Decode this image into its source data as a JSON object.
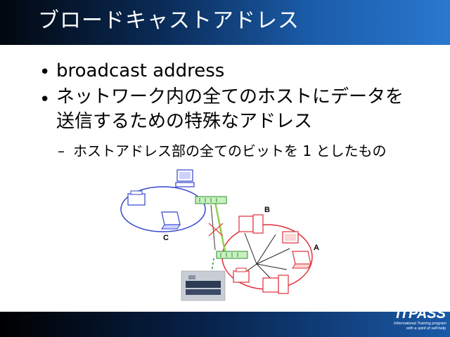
{
  "slide": {
    "title": "ブロードキャストアドレス",
    "bullets": [
      {
        "marker": "•",
        "lines": [
          "broadcast address"
        ]
      },
      {
        "marker": "•",
        "lines": [
          "ネットワーク内の全てのホストにデータを",
          "送信するための特殊なアドレス"
        ]
      }
    ],
    "sub_bullet": {
      "marker": "–",
      "text": "ホストアドレス部の全てのビットを 1 としたもの"
    }
  },
  "diagram": {
    "label_b": "B",
    "label_a": "A",
    "label_c": "C",
    "colors": {
      "network_c": "#3344cc",
      "network_ab": "#e0303a",
      "hub": "#2e8b2e",
      "link_green": "#8fd14f",
      "cross": "#e04040"
    }
  },
  "logo": {
    "name": "ITPASS",
    "tagline_1": "Informational Training program",
    "tagline_2": "with a spirit of self-help"
  }
}
